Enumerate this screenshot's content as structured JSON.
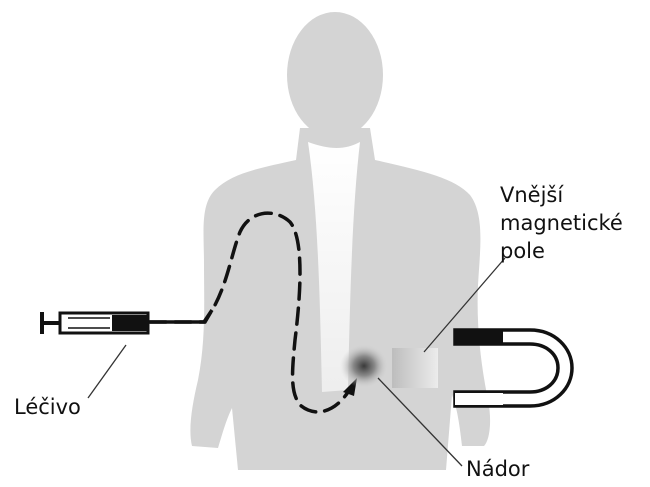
{
  "labels": {
    "field_line1": "Vnější",
    "field_line2": "magnetické",
    "field_line3": "pole",
    "drug": "Léčivo",
    "tumor": "Nádor"
  },
  "icons": {
    "body": "human-torso-silhouette",
    "syringe": "syringe-icon",
    "magnet": "horseshoe-magnet-icon",
    "tumor": "tumor-spot",
    "path": "dashed-drug-path"
  },
  "colors": {
    "body": "#d4d4d4",
    "ink": "#111111",
    "field": "#cfcfcf"
  }
}
